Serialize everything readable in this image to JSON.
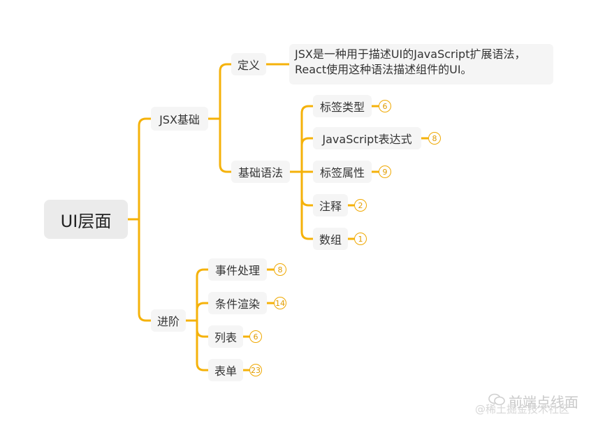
{
  "colors": {
    "accent": "#f5b20a",
    "node_bg": "#f5f5f5",
    "root_bg": "#ebebeb",
    "badge": "#f0a800"
  },
  "root": {
    "label": "UI层面"
  },
  "branches": {
    "jsx": {
      "label": "JSX基础",
      "definition": {
        "label": "定义",
        "note_line1": "JSX是一种用于描述UI的JavaScript扩展语法，",
        "note_line2": "React使用这种语法描述组件的UI。"
      },
      "syntax": {
        "label": "基础语法",
        "items": [
          {
            "label": "标签类型",
            "count": "6"
          },
          {
            "label": "JavaScript表达式",
            "count": "8"
          },
          {
            "label": "标签属性",
            "count": "9"
          },
          {
            "label": "注释",
            "count": "2"
          },
          {
            "label": "数组",
            "count": "1"
          }
        ]
      }
    },
    "advanced": {
      "label": "进阶",
      "items": [
        {
          "label": "事件处理",
          "count": "8"
        },
        {
          "label": "条件渲染",
          "count": "14"
        },
        {
          "label": "列表",
          "count": "6"
        },
        {
          "label": "表单",
          "count": "23"
        }
      ]
    }
  },
  "watermark": {
    "line1": "前端点线面",
    "line2": "@稀土掘金技术社区",
    "icon": "wechat-icon"
  }
}
